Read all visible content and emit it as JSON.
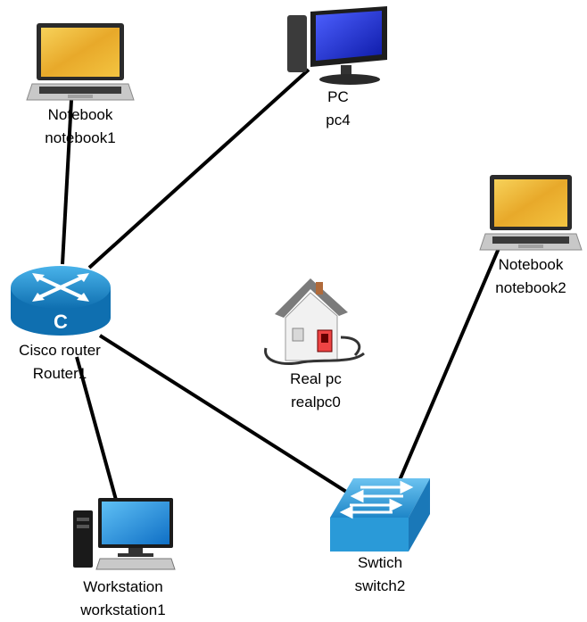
{
  "diagram": {
    "nodes": [
      {
        "id": "notebook1",
        "kind": "notebook",
        "type_label": "Notebook",
        "name": "notebook1",
        "type_icon": "laptop-icon"
      },
      {
        "id": "pc4",
        "kind": "pc",
        "type_label": "PC",
        "name": "pc4",
        "type_icon": "desktop-pc-icon"
      },
      {
        "id": "router1",
        "kind": "router",
        "type_label": "Cisco router",
        "name": "Router1",
        "type_icon": "cisco-router-icon"
      },
      {
        "id": "realpc0",
        "kind": "realpc",
        "type_label": "Real pc",
        "name": "realpc0",
        "type_icon": "house-icon"
      },
      {
        "id": "notebook2",
        "kind": "notebook",
        "type_label": "Notebook",
        "name": "notebook2",
        "type_icon": "laptop-icon"
      },
      {
        "id": "workstation1",
        "kind": "workstation",
        "type_label": "Workstation",
        "name": "workstation1",
        "type_icon": "workstation-icon"
      },
      {
        "id": "switch2",
        "kind": "switch",
        "type_label": "Swtich",
        "name": "switch2",
        "type_icon": "switch-icon"
      }
    ],
    "links": [
      {
        "from": "router1",
        "to": "notebook1"
      },
      {
        "from": "router1",
        "to": "pc4"
      },
      {
        "from": "router1",
        "to": "workstation1"
      },
      {
        "from": "router1",
        "to": "switch2"
      },
      {
        "from": "switch2",
        "to": "notebook2"
      }
    ],
    "colors": {
      "link": "#000000",
      "laptop_screen": "#e8a92a",
      "pc_screen": "#1a2fd6",
      "router_body": "#1e8ed0",
      "switch_body": "#3aa8e0",
      "workstation_screen": "#1f8fe0"
    }
  }
}
